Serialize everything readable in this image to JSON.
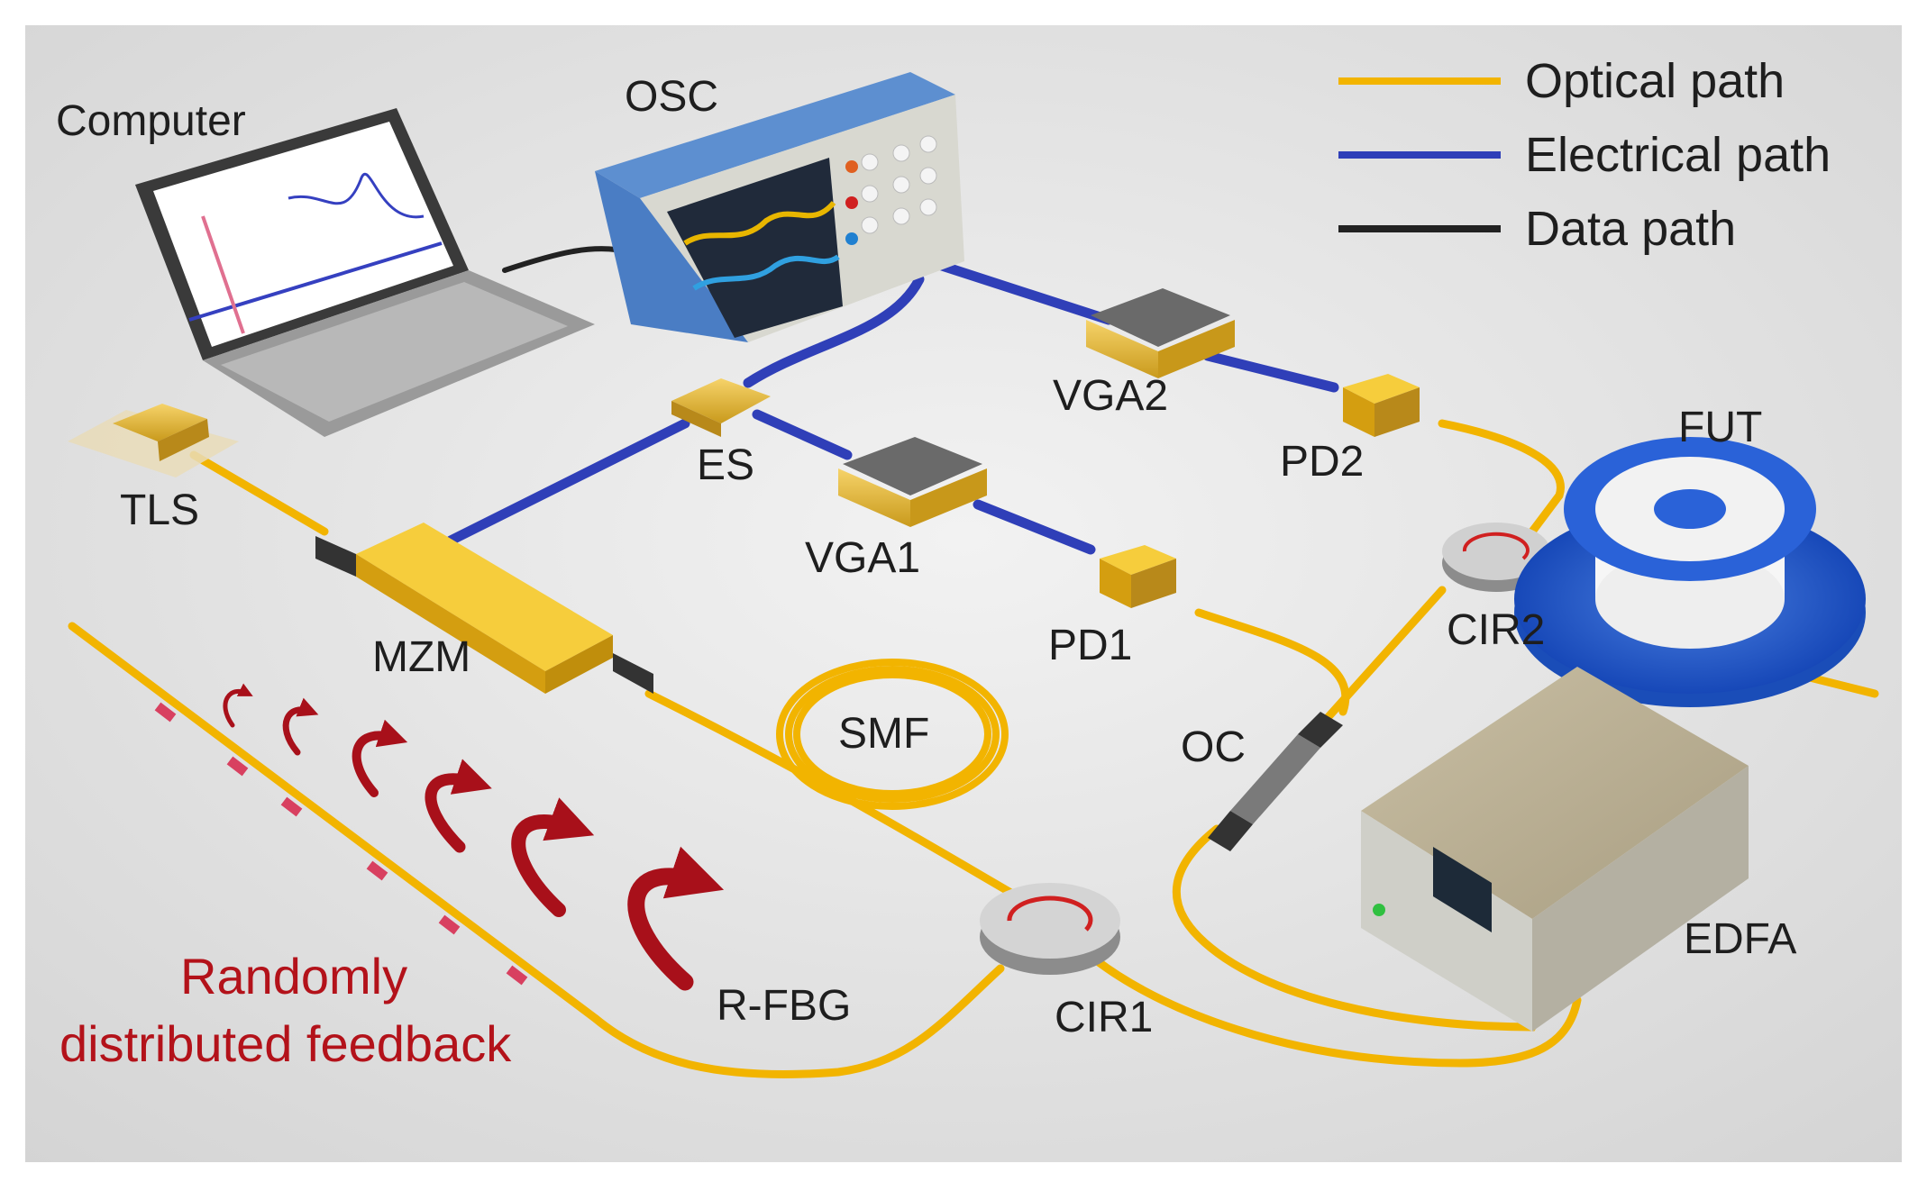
{
  "legend": {
    "optical": "Optical path",
    "electrical": "Electrical path",
    "data": "Data path"
  },
  "labels": {
    "computer": "Computer",
    "osc": "OSC",
    "tls": "TLS",
    "mzm": "MZM",
    "es": "ES",
    "vga1": "VGA1",
    "vga2": "VGA2",
    "pd1": "PD1",
    "pd2": "PD2",
    "fut": "FUT",
    "cir1": "CIR1",
    "cir2": "CIR2",
    "oc": "OC",
    "smf": "SMF",
    "edfa": "EDFA",
    "rfbg": "R-FBG"
  },
  "caption": {
    "line1": "Randomly",
    "line2": "distributed feedback"
  },
  "colors": {
    "optical": "#f2b400",
    "electrical": "#2f3fb8",
    "data": "#222222",
    "feedback": "#a8101a",
    "background": "#e6e6e6"
  }
}
